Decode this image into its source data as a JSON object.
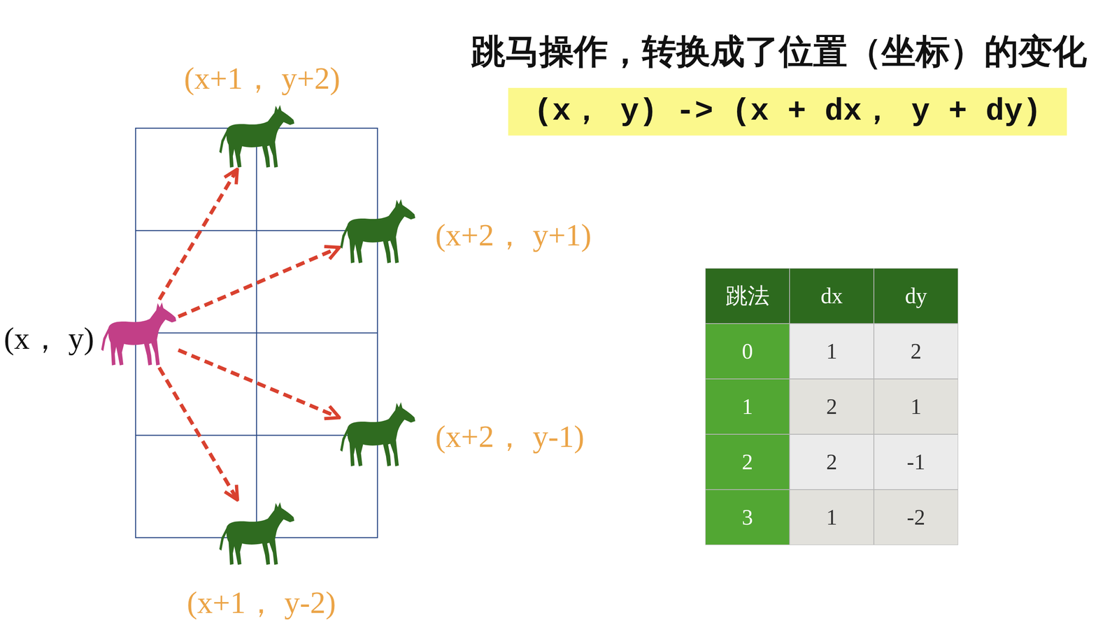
{
  "diagram": {
    "title": "跳马操作，转换成了位置（坐标）的变化",
    "nodes": [
      {
        "text": [
          "(x， y)"
        ]
      },
      {
        "text": [
          "(x+1， y+2)"
        ]
      },
      {
        "text": [
          "(x+2， y+1)"
        ]
      },
      {
        "text": [
          "(x+2， y-1)"
        ]
      },
      {
        "text": [
          "(x+1， y-2)"
        ]
      },
      {
        "text": [
          "(x， y) -> (x + dx， y + dy)"
        ]
      }
    ],
    "edges": [
      {
        "from": 0,
        "to": 1,
        "arrow": "to"
      },
      {
        "from": 0,
        "to": 2,
        "arrow": "to"
      },
      {
        "from": 0,
        "to": 3,
        "arrow": "to"
      },
      {
        "from": 0,
        "to": 4,
        "arrow": "to"
      }
    ],
    "labels": [
      "跳法",
      "dx",
      "dy",
      "0",
      "1",
      "2",
      "1",
      "2",
      "1",
      "2",
      "2",
      "-1",
      "3",
      "1",
      "-2"
    ]
  }
}
